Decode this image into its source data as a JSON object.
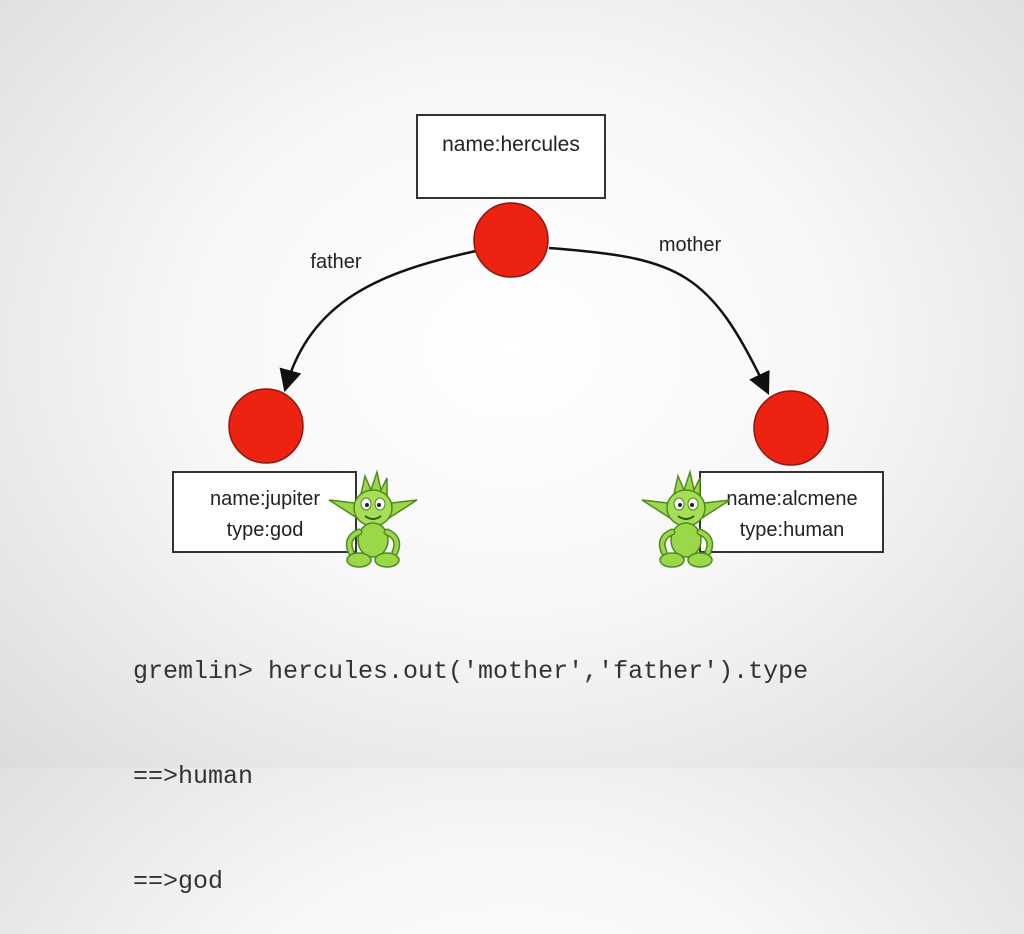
{
  "graph": {
    "root_label": "name:hercules",
    "edge_left": "father",
    "edge_right": "mother",
    "left_lines": [
      "name:jupiter",
      "type:god"
    ],
    "right_lines": [
      "name:alcmene",
      "type:human"
    ],
    "colors": {
      "vertex": "#ee2211",
      "vertex_stroke": "#8a1a10",
      "gremlin": "#9ad84a"
    },
    "icons": [
      "gremlin-mascot-icon",
      "gremlin-mascot-icon"
    ]
  },
  "console": {
    "command": "gremlin> hercules.out('mother','father').type",
    "results": [
      "==>human",
      "==>god"
    ]
  }
}
